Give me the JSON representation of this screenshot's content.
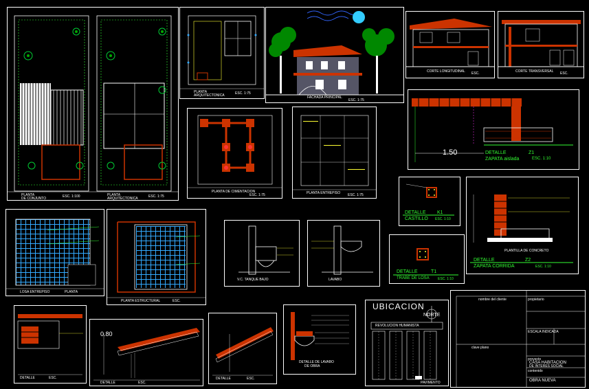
{
  "sheets": {
    "planta_conjunto": {
      "title": "PLANTA",
      "subtitle": "DE CONJUNTO",
      "scale": "ESC. 1:100"
    },
    "planta_arquitectonica": {
      "title": "PLANTA",
      "subtitle": "ARQUITECTONICA",
      "scale": "ESC. 1:75"
    },
    "planta_alta": {
      "title": "PLANTA",
      "subtitle": "ARQUITECTONICA",
      "scale": "ESC. 1:75"
    },
    "fachada": {
      "title": "FACHADA PRINCIPAL",
      "scale": "ESC. 1:75"
    },
    "corte_longitudinal": {
      "title": "CORTE LONGITUDINAL",
      "scale": "ESC."
    },
    "corte_transversal": {
      "title": "CORTE TRANSVERSAL",
      "scale": "ESC."
    },
    "planta_cimentacion": {
      "title": "PLANTA DE CIMENTACION",
      "scale": "ESC. 1:75"
    },
    "planta_entrepiso": {
      "title": "PLANTA ENTREPISO",
      "scale": "ESC. 1:75"
    },
    "zapata_detalle": {
      "title": "DETALLE",
      "num": "Z1",
      "subtitle": "ZAPATA aislada",
      "scale": "ESC. 1:10",
      "dim": "1.50"
    },
    "castillo": {
      "title": "DETALLE",
      "num": "K1",
      "subtitle": "CASTILLO",
      "scale": "ESC. 1:10"
    },
    "zapata_corrida": {
      "title": "DETALLE",
      "num": "Z2",
      "subtitle": "ZAPATA CORRIDA",
      "scale": "ESC. 1:10",
      "plantilla": "PLANTILLA DE CONCRETO"
    },
    "trabe_losa": {
      "title": "DETALLE",
      "num": "T1",
      "subtitle": "TRABE DE LOSA",
      "scale": "ESC. 1:10"
    },
    "losa_entrepiso": {
      "title": "LOSA ENTREPISO",
      "scale": "PLANTA"
    },
    "planta_estructural": {
      "title": "PLANTA ESTRUCTURAL",
      "scale": "ESC."
    },
    "tanque": {
      "title": "V.C. TANQUE BAJO",
      "scale": ""
    },
    "lavabo": {
      "title": "LAVABO",
      "scale": ""
    },
    "detalle_a": {
      "title": "DETALLE",
      "scale": "ESC."
    },
    "detalle_b": {
      "title": "DETALLE",
      "scale": "ESC.",
      "dim": "0.80"
    },
    "detalle_c": {
      "title": "DETALLE",
      "scale": "ESC."
    },
    "detalle_lavabo": {
      "title": "DETALLE DE LAVABO",
      "subtitle": "DE OBRA",
      "scale": ""
    },
    "ubicacion": {
      "title": "UBICACION",
      "north": "NORTE",
      "street": "REVOLUCION HUMANISTA",
      "street2": "PAVIMENTO"
    }
  },
  "title_block": {
    "project_label": "proyecto",
    "project": "CASA HABITACION",
    "project2": "DE INTERES SOCIAL",
    "content_label": "contenido",
    "content": "OBRA NUEVA",
    "client_label": "nombre del cliente",
    "owner_label": "propietario",
    "sheet_label": "clave plano",
    "scale_label": "ESCALA INDICADA"
  },
  "colors": {
    "lines": "#ffffff",
    "accent_cyan": "#33aaff",
    "vegetation": "#00cc33",
    "masonry": "#cc3300",
    "annotation": "#ffff33",
    "sky_icon": "#33ccff"
  }
}
